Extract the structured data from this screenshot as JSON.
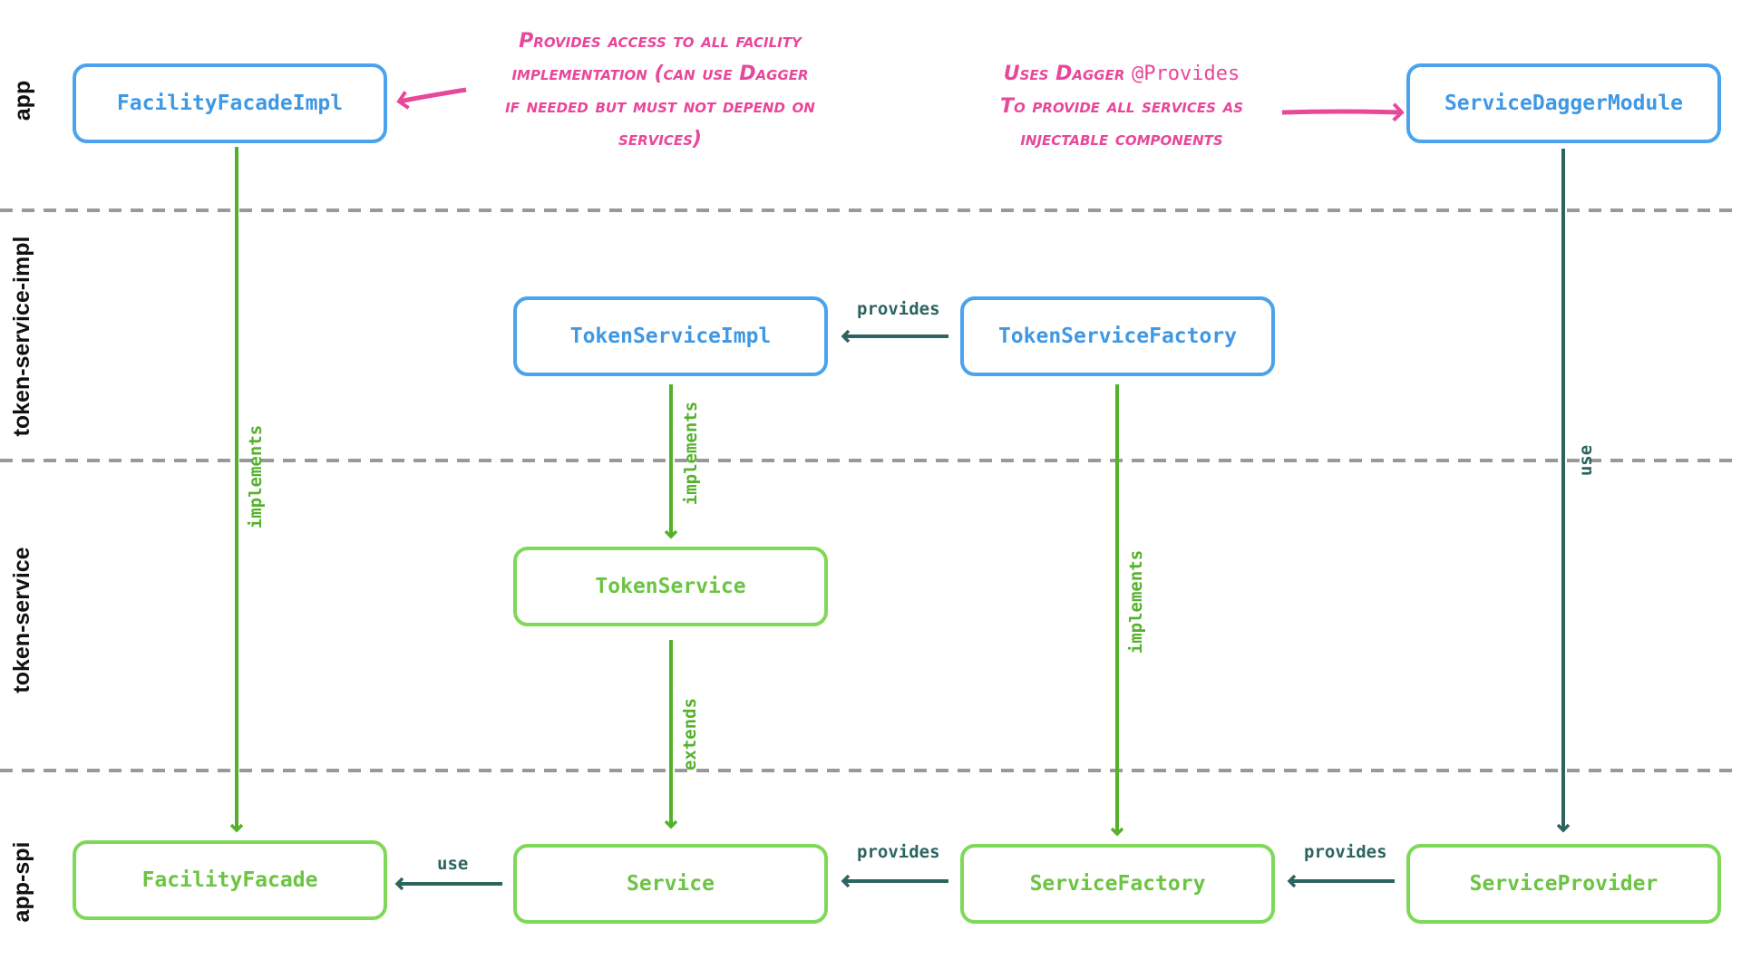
{
  "layers": {
    "app": "app",
    "token_service_impl": "token-service-impl",
    "token_service": "token-service",
    "app_spi": "app-spi"
  },
  "boxes": {
    "facility_facade_impl": "FacilityFacadeImpl",
    "service_dagger_module": "ServiceDaggerModule",
    "token_service_impl": "TokenServiceImpl",
    "token_service_factory": "TokenServiceFactory",
    "token_service": "TokenService",
    "facility_facade": "FacilityFacade",
    "service": "Service",
    "service_factory": "ServiceFactory",
    "service_provider": "ServiceProvider"
  },
  "edges": {
    "facade_impl_implements": "implements",
    "token_impl_implements": "implements",
    "token_factory_implements": "implements",
    "token_service_extends": "extends",
    "dagger_use": "use",
    "token_factory_provides": "provides",
    "service_factory_provides": "provides",
    "service_provider_provides": "provides",
    "service_use": "use"
  },
  "notes": {
    "facade_note": {
      "line1": "Provides access to all facility",
      "line2": "implementation (can use Dagger",
      "line3": "if needed but must not depend on",
      "line4": "services)"
    },
    "dagger_note": {
      "line1_pre": "Uses Dagger ",
      "line1_code": "@Provides",
      "line2": "To provide all services as",
      "line3": "injectable components"
    }
  },
  "colors": {
    "impl_border": "#4aa3ec",
    "spi_border": "#7fd858",
    "green_arrow": "#55b12c",
    "teal_arrow": "#2c6460",
    "note_pink": "#e8479a",
    "divider": "#999999"
  }
}
